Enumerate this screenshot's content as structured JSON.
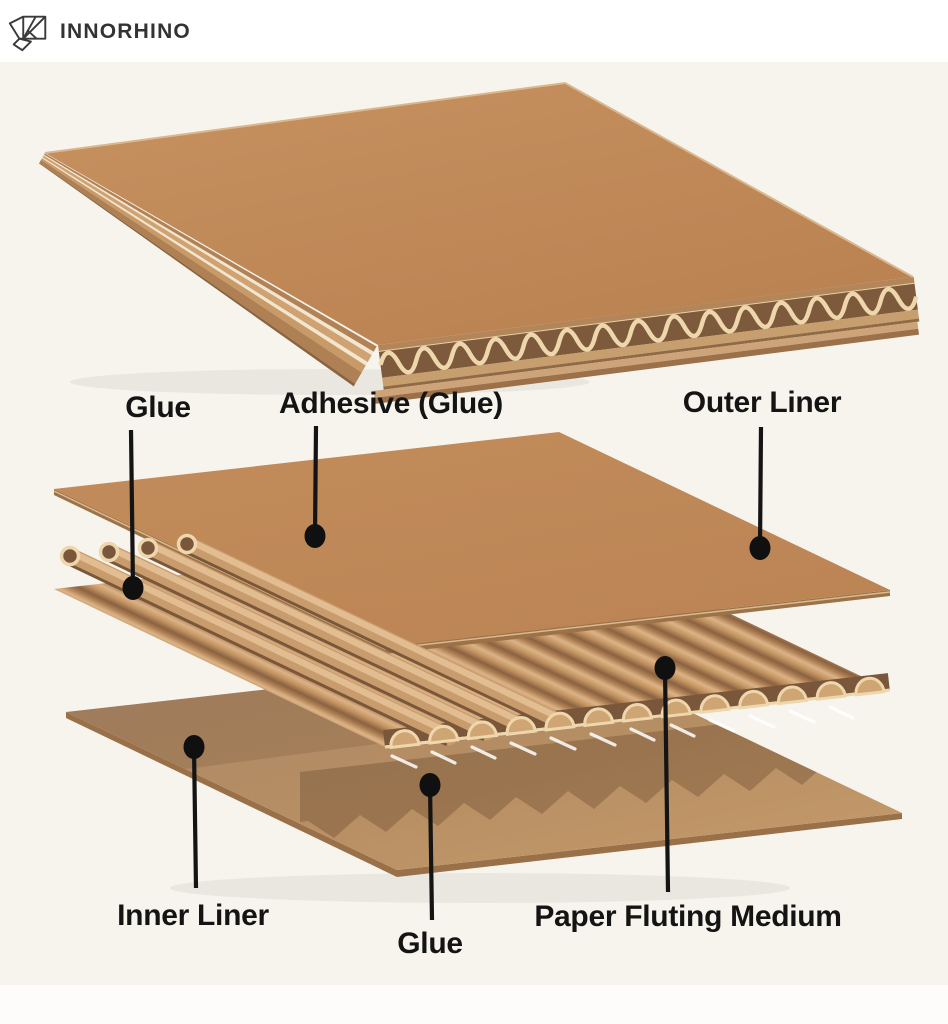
{
  "brand": {
    "name": "INNORHINO"
  },
  "icons": {
    "logo": "origami-rhino-logo-icon"
  },
  "labels": {
    "glue_top": "Glue",
    "adhesive": "Adhesive (Glue)",
    "outer_liner": "Outer Liner",
    "inner_liner": "Inner Liner",
    "glue_bottom": "Glue",
    "fluting_medium": "Paper Fluting Medium"
  },
  "colors": {
    "cardboard": "#c18c5c",
    "cardboard_highlight": "#e3bd92",
    "cardboard_shadow": "#7a573a",
    "flute_cream": "#eed6ad",
    "label_text": "#141414",
    "leader_line": "#141414",
    "background_tint": "#f7f4ed",
    "logo_ink": "#333333"
  }
}
